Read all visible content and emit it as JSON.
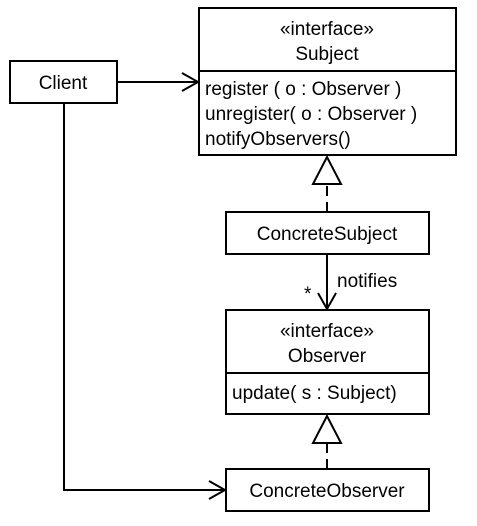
{
  "client": {
    "name": "Client"
  },
  "subject": {
    "stereotype": "«interface»",
    "name": "Subject",
    "methods": [
      "register ( o : Observer )",
      "unregister( o : Observer )",
      "notifyObservers()"
    ]
  },
  "concrete_subject": {
    "name": "ConcreteSubject"
  },
  "notifies": {
    "label": "notifies",
    "multiplicity": "*"
  },
  "observer": {
    "stereotype": "«interface»",
    "name": "Observer",
    "methods": [
      "update( s : Subject)"
    ]
  },
  "concrete_observer": {
    "name": "ConcreteObserver"
  }
}
